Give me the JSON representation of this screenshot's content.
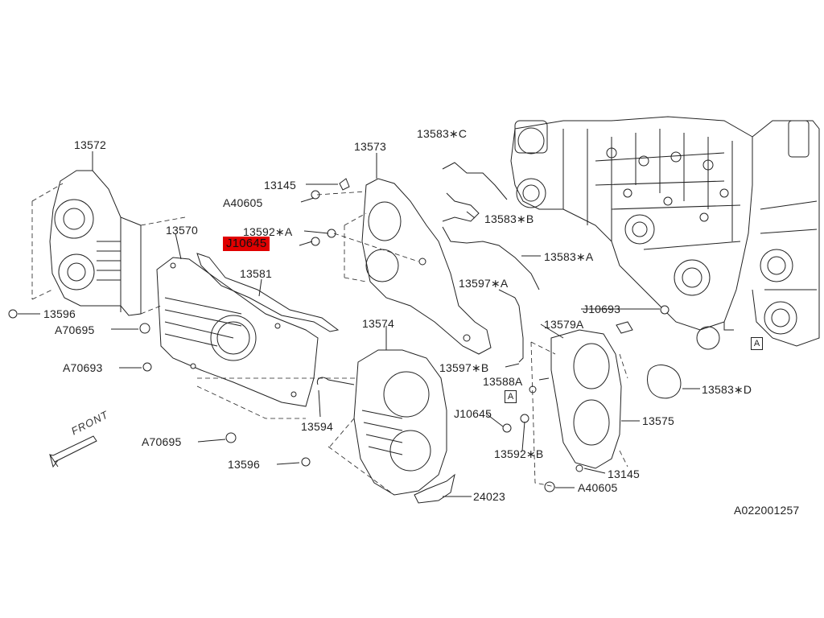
{
  "diagram": {
    "labels": {
      "l13572": "13572",
      "l13573": "13573",
      "l13583c": "13583∗C",
      "l13145a": "13145",
      "l40605a": "A40605",
      "l13583b": "13583∗B",
      "l13570": "13570",
      "l13592a": "13592∗A",
      "lJ10645a": "J10645",
      "l13583a": "13583∗A",
      "l13581": "13581",
      "l13597a": "13597∗A",
      "l13596a": "13596",
      "lJ10693": "J10693",
      "lA70695a": "A70695",
      "l13574": "13574",
      "l13579a": "13579A",
      "lA70693": "A70693",
      "l13597b": "13597∗B",
      "l13588a": "13588A",
      "l13583d": "13583∗D",
      "l13594": "13594",
      "lJ10645b": "J10645",
      "l13575": "13575",
      "lA70695b": "A70695",
      "l13592b": "13592∗B",
      "l13596b": "13596",
      "l13145b": "13145",
      "lA40605b": "A40605",
      "l24023": "24023",
      "code": "A022001257",
      "ref1": "A",
      "ref2": "A",
      "front": "FRONT"
    },
    "highlight_color": "#e00000"
  }
}
